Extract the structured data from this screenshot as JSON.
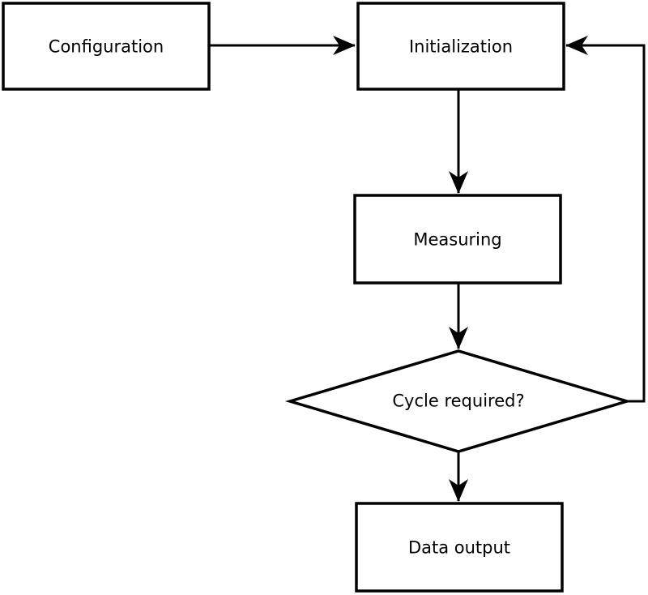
{
  "diagram": {
    "type": "flowchart",
    "background_color": "#ffffff",
    "line_color": "#000000",
    "text_color": "#000000",
    "nodes": [
      {
        "id": "configuration",
        "shape": "rectangle",
        "label": "Configuration"
      },
      {
        "id": "initialization",
        "shape": "rectangle",
        "label": "Initialization"
      },
      {
        "id": "measuring",
        "shape": "rectangle",
        "label": "Measuring"
      },
      {
        "id": "cycle-required",
        "shape": "diamond",
        "label": "Cycle required?"
      },
      {
        "id": "data-output",
        "shape": "rectangle",
        "label": "Data output"
      }
    ],
    "edges": [
      {
        "from": "configuration",
        "to": "initialization",
        "direction": "right"
      },
      {
        "from": "initialization",
        "to": "measuring",
        "direction": "down"
      },
      {
        "from": "measuring",
        "to": "cycle-required",
        "direction": "down"
      },
      {
        "from": "cycle-required",
        "to": "data-output",
        "direction": "down"
      },
      {
        "from": "cycle-required",
        "to": "initialization",
        "direction": "right-then-up-loop"
      }
    ]
  }
}
